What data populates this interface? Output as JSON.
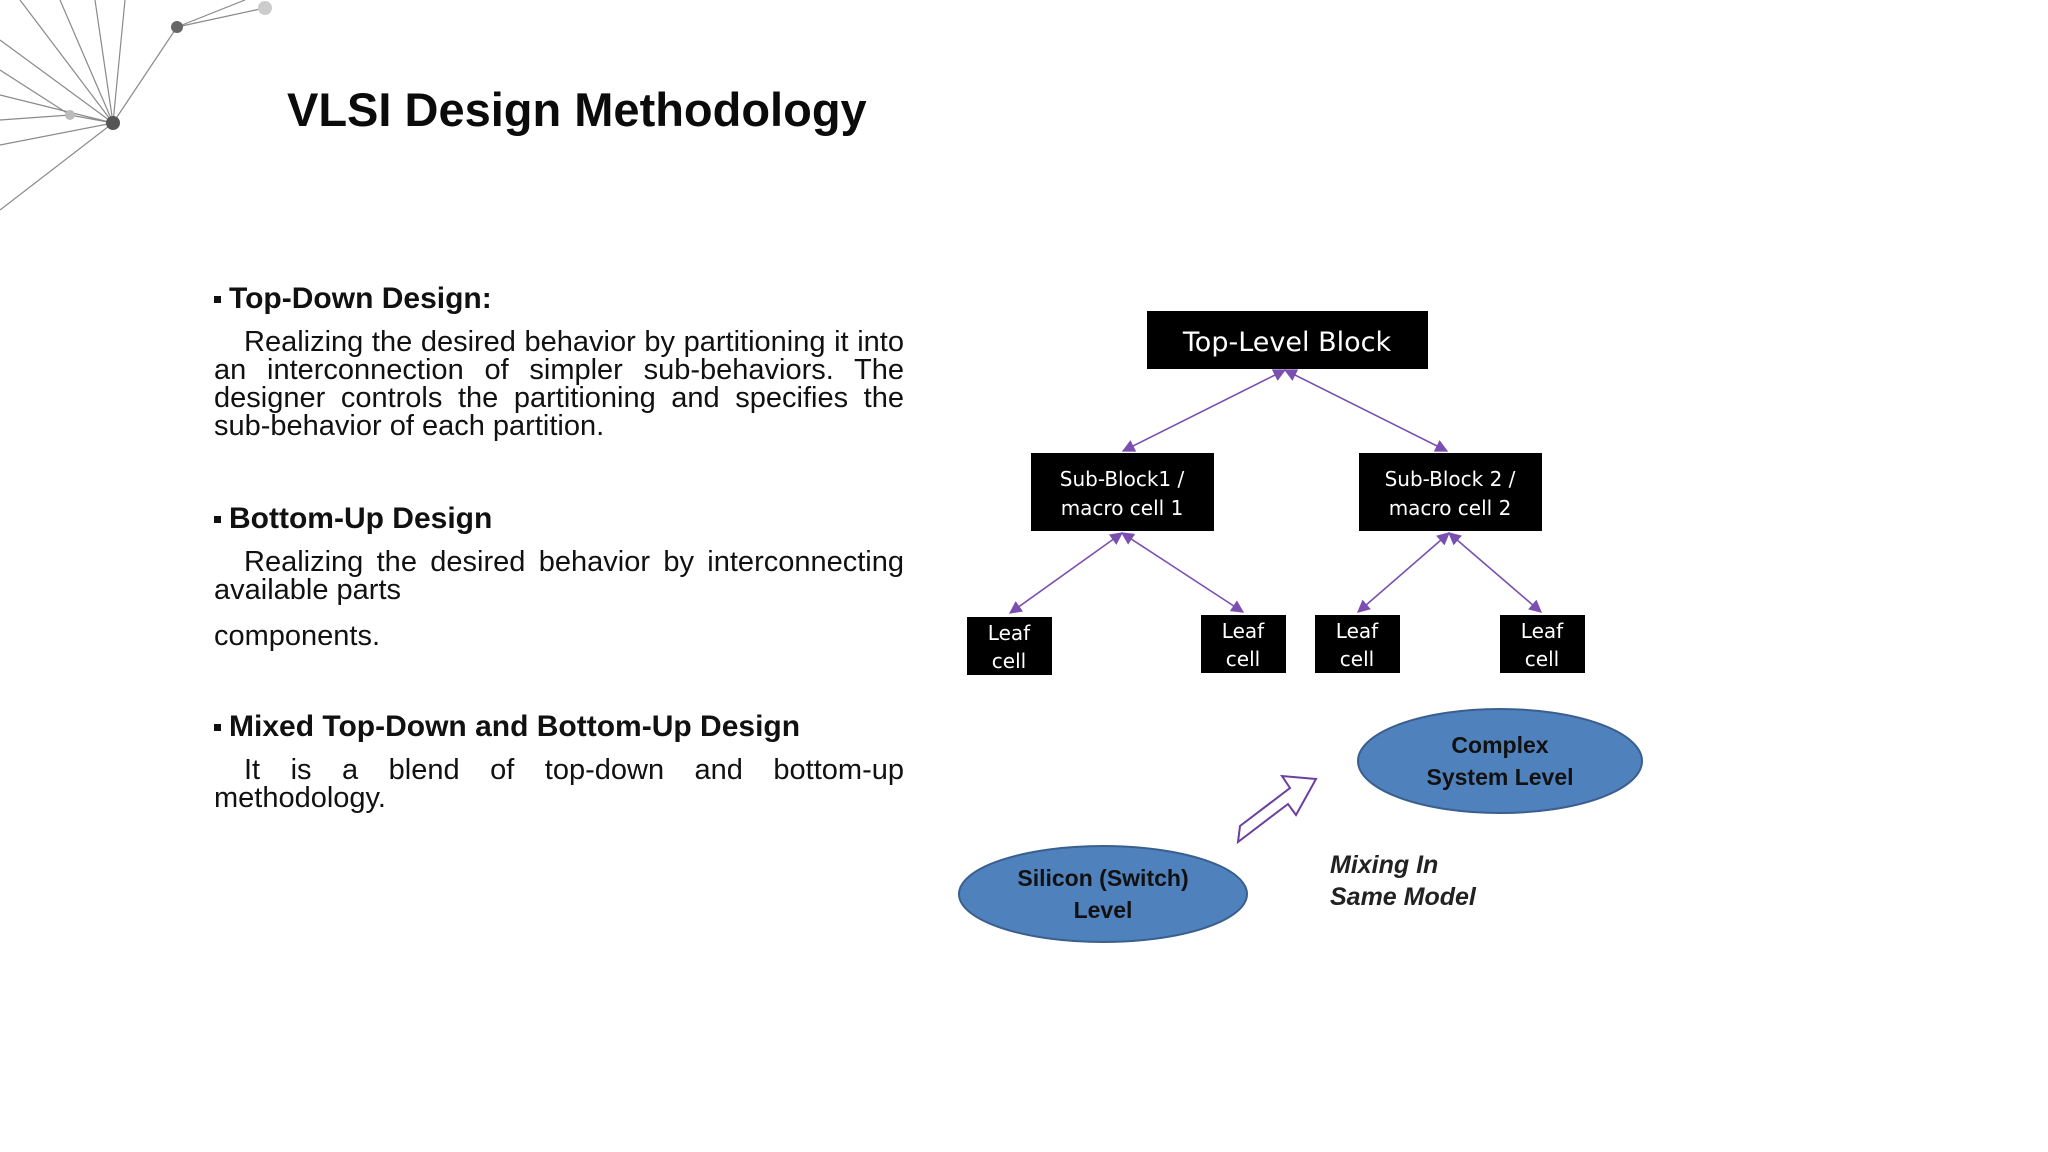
{
  "slide": {
    "title": "VLSI Design Methodology"
  },
  "sections": [
    {
      "heading": "Top-Down Design:",
      "body": "Realizing the desired behavior by partitioning it into an interconnection of simpler sub-behaviors. The designer controls the partitioning and specifies the sub-behavior of each partition."
    },
    {
      "heading": "Bottom-Up Design",
      "body": "Realizing the desired behavior by interconnecting available parts",
      "body_extra": "components."
    },
    {
      "heading": "Mixed Top-Down and Bottom-Up Design",
      "body": "It is a blend of top-down and bottom-up methodology."
    }
  ],
  "diagram": {
    "top_block": "Top-Level Block",
    "sub_block_1": [
      "Sub-Block1 /",
      "macro cell 1"
    ],
    "sub_block_2": [
      "Sub-Block 2 /",
      "macro cell 2"
    ],
    "leaf_cells": [
      [
        "Leaf",
        "cell"
      ],
      [
        "Leaf",
        "cell"
      ],
      [
        "Leaf",
        "cell"
      ],
      [
        "Leaf",
        "cell"
      ]
    ],
    "complex_ellipse": [
      "Complex",
      "System Level"
    ],
    "silicon_ellipse": [
      "Silicon (Switch)",
      "Level"
    ],
    "mixing_label": [
      "Mixing In",
      "Same Model"
    ],
    "colors": {
      "box_fill": "#000000",
      "box_text": "#ffffff",
      "connector": "#7a4fb0",
      "ellipse_fill": "#4f81bd",
      "ellipse_stroke": "#3a5f8f",
      "arrow_outline": "#6a3fa0"
    }
  }
}
